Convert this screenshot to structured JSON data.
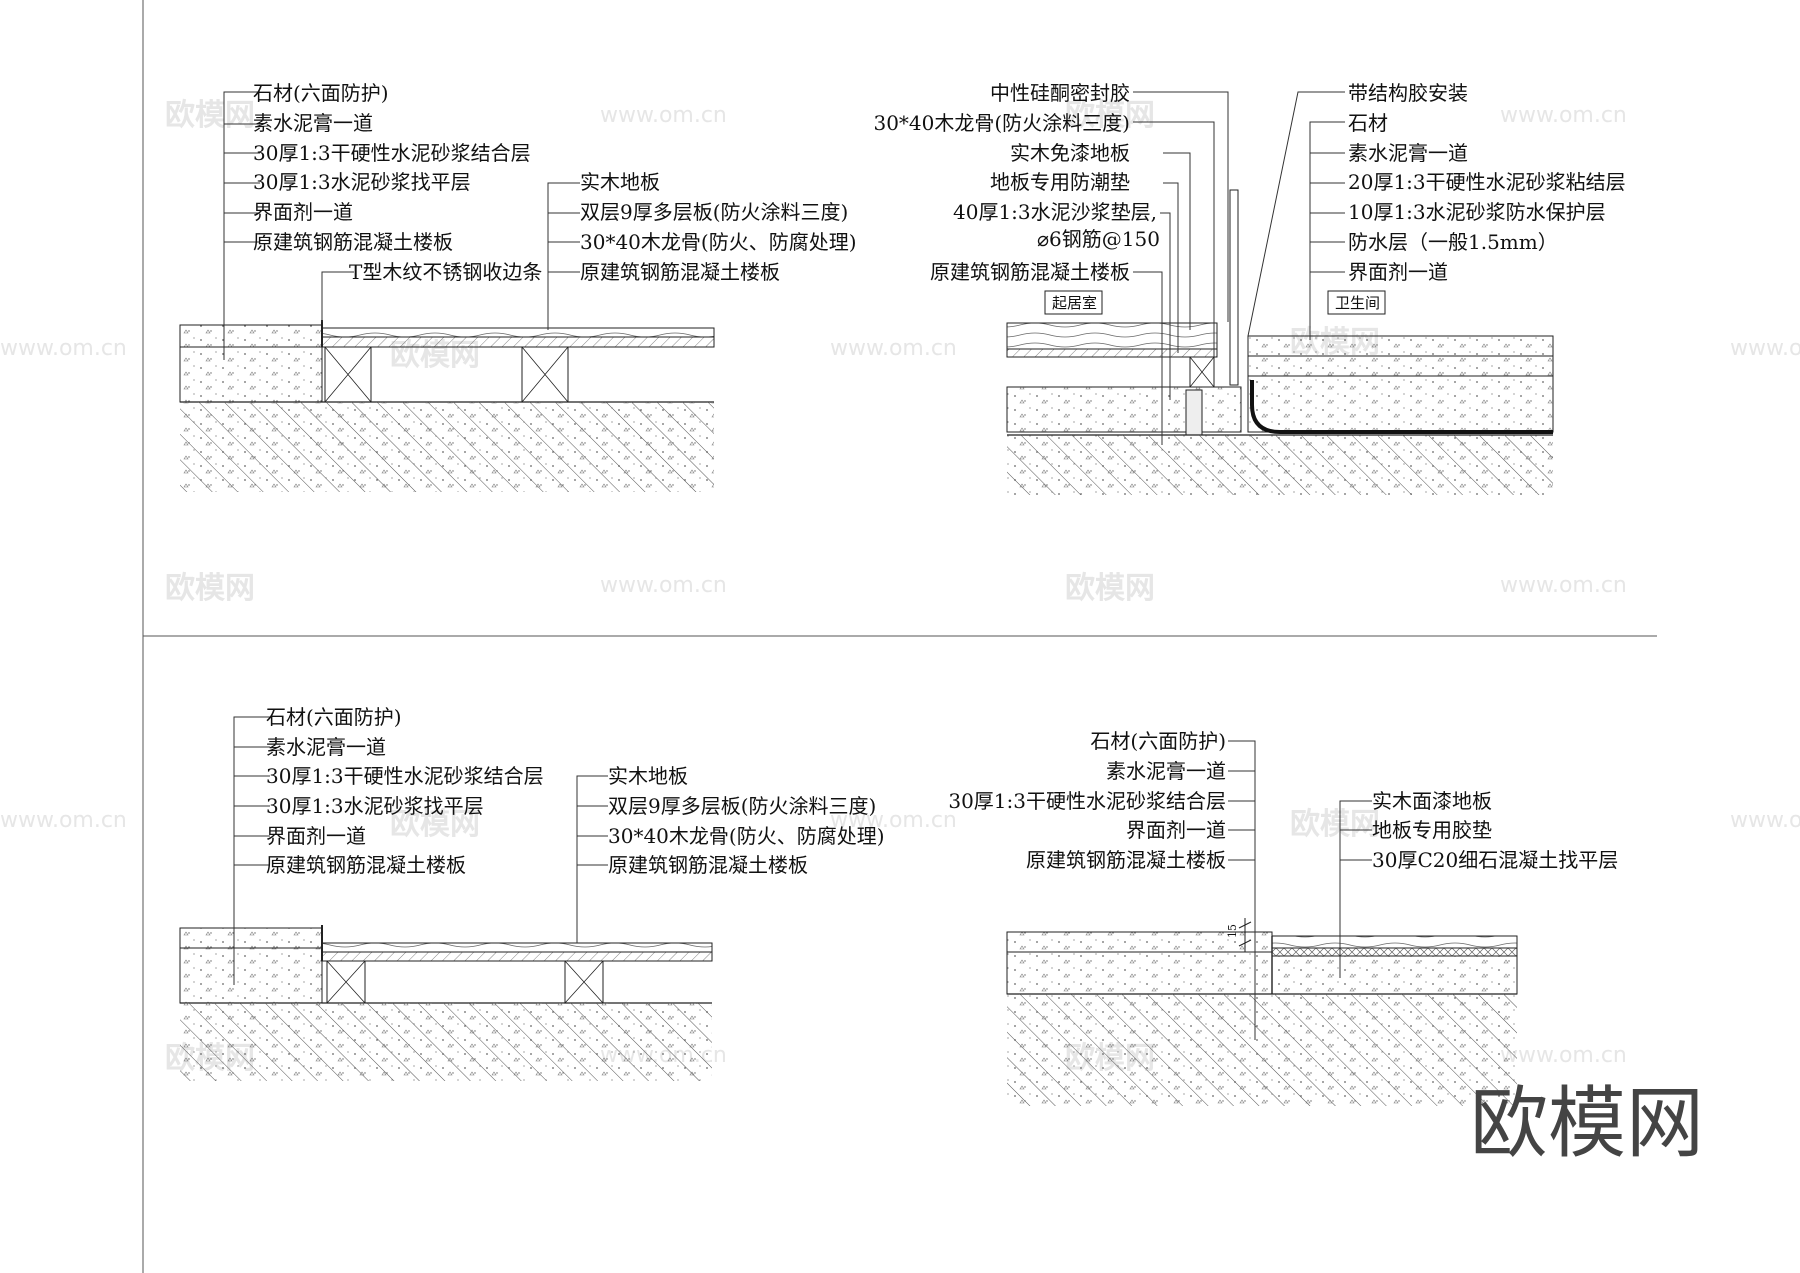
{
  "detail1": {
    "left_labels": [
      "石材(六面防护)",
      "素水泥膏一道",
      "30厚1:3干硬性水泥砂浆结合层",
      "30厚1:3水泥砂浆找平层",
      "界面剂一道",
      "原建筑钢筋混凝土楼板"
    ],
    "edge_label": "T型木纹不锈钢收边条",
    "right_labels": [
      "实木地板",
      "双层9厚多层板(防火涂料三度)",
      "30*40木龙骨(防火、防腐处理)",
      "原建筑钢筋混凝土楼板"
    ]
  },
  "detail2": {
    "left_labels": [
      "中性硅酮密封胶",
      "30*40木龙骨(防火涂料三度)",
      "实木免漆地板",
      "地板专用防潮垫",
      "40厚1:3水泥沙浆垫层,",
      "⌀6钢筋@150",
      "原建筑钢筋混凝土楼板"
    ],
    "right_labels": [
      "带结构胶安装",
      "石材",
      "素水泥膏一道",
      "20厚1:3干硬性水泥砂浆粘结层",
      "10厚1:3水泥砂浆防水保护层",
      "防水层（一般1.5mm）",
      "界面剂一道"
    ],
    "room_left": "起居室",
    "room_right": "卫生间"
  },
  "detail3": {
    "left_labels": [
      "石材(六面防护)",
      "素水泥膏一道",
      "30厚1:3干硬性水泥砂浆结合层",
      "30厚1:3水泥砂浆找平层",
      "界面剂一道",
      "原建筑钢筋混凝土楼板"
    ],
    "right_labels": [
      "实木地板",
      "双层9厚多层板(防火涂料三度)",
      "30*40木龙骨(防火、防腐处理)",
      "原建筑钢筋混凝土楼板"
    ]
  },
  "detail4": {
    "left_labels": [
      "石材(六面防护)",
      "素水泥膏一道",
      "30厚1:3干硬性水泥砂浆结合层",
      "界面剂一道",
      "原建筑钢筋混凝土楼板"
    ],
    "right_labels": [
      "实木面漆地板",
      "地板专用胶垫",
      "30厚C20细石混凝土找平层"
    ],
    "dim_label": "15"
  },
  "watermark": {
    "brand": "欧模网",
    "url": "www.om.cn"
  },
  "logo": "欧模网"
}
